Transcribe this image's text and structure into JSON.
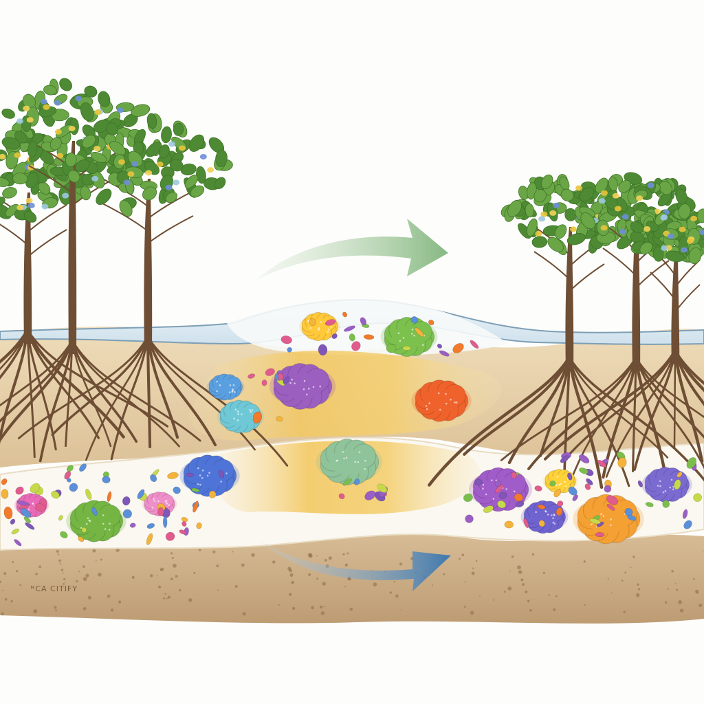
{
  "soil_label": "ꟸCA CITIFY",
  "colors": {
    "background": "#fdfdfc",
    "water": "#d7e6ef",
    "water_edge": "#7d9fb6",
    "sand": "#e9d3ae",
    "sand_light": "#f3e0b8",
    "soil_band": "#fbf7f0",
    "channel": "#f2c766",
    "deep_soil": "#c9ab84",
    "trunk": "#6e4e34",
    "leaf": "#6aa646",
    "leaf_dark": "#4d8a33",
    "arrow_top": "#8fbf8a",
    "arrow_bottom": "#4f86b8"
  },
  "icons": {
    "flow_top": "curved-arrow-right-icon",
    "flow_bottom": "curved-arrow-right-icon"
  },
  "tree_groups": [
    {
      "name": "left-mangroves",
      "count": 3
    },
    {
      "name": "right-mangroves",
      "count": 3
    }
  ],
  "microbe_clusters": [
    {
      "color": "#ffc93a"
    },
    {
      "color": "#7cc04e"
    },
    {
      "color": "#5a9fe0"
    },
    {
      "color": "#9b5fc0"
    },
    {
      "color": "#6fc8d6"
    },
    {
      "color": "#f0622b"
    },
    {
      "color": "#8fc39a"
    },
    {
      "color": "#4f74d8"
    },
    {
      "color": "#e96ab8"
    },
    {
      "color": "#74b544"
    },
    {
      "color": "#ef8fc9"
    },
    {
      "color": "#a05cc8"
    },
    {
      "color": "#7b6ad0"
    },
    {
      "color": "#ffd23a"
    },
    {
      "color": "#f5a033"
    },
    {
      "color": "#6f63cf"
    }
  ]
}
